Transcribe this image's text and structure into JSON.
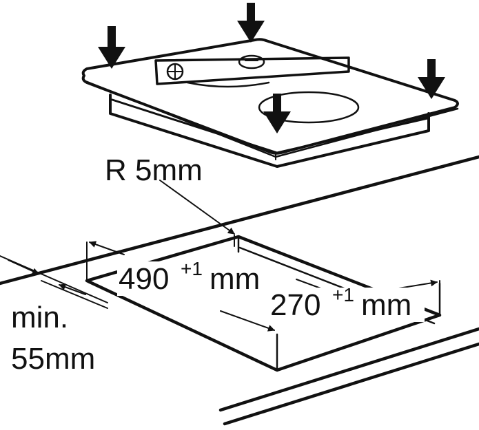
{
  "labels": {
    "radius": "R 5mm",
    "length_value": "490",
    "length_tolerance": "+1",
    "length_unit": "mm",
    "width_value": "270",
    "width_tolerance": "+1",
    "width_unit": "mm",
    "min_line1": "min.",
    "min_line2": "55mm"
  },
  "colors": {
    "ink": "#111111",
    "paper": "#ffffff"
  },
  "icons": {
    "force_arrow": "down-arrow-icon",
    "spirit_level": "spirit-level-icon"
  }
}
